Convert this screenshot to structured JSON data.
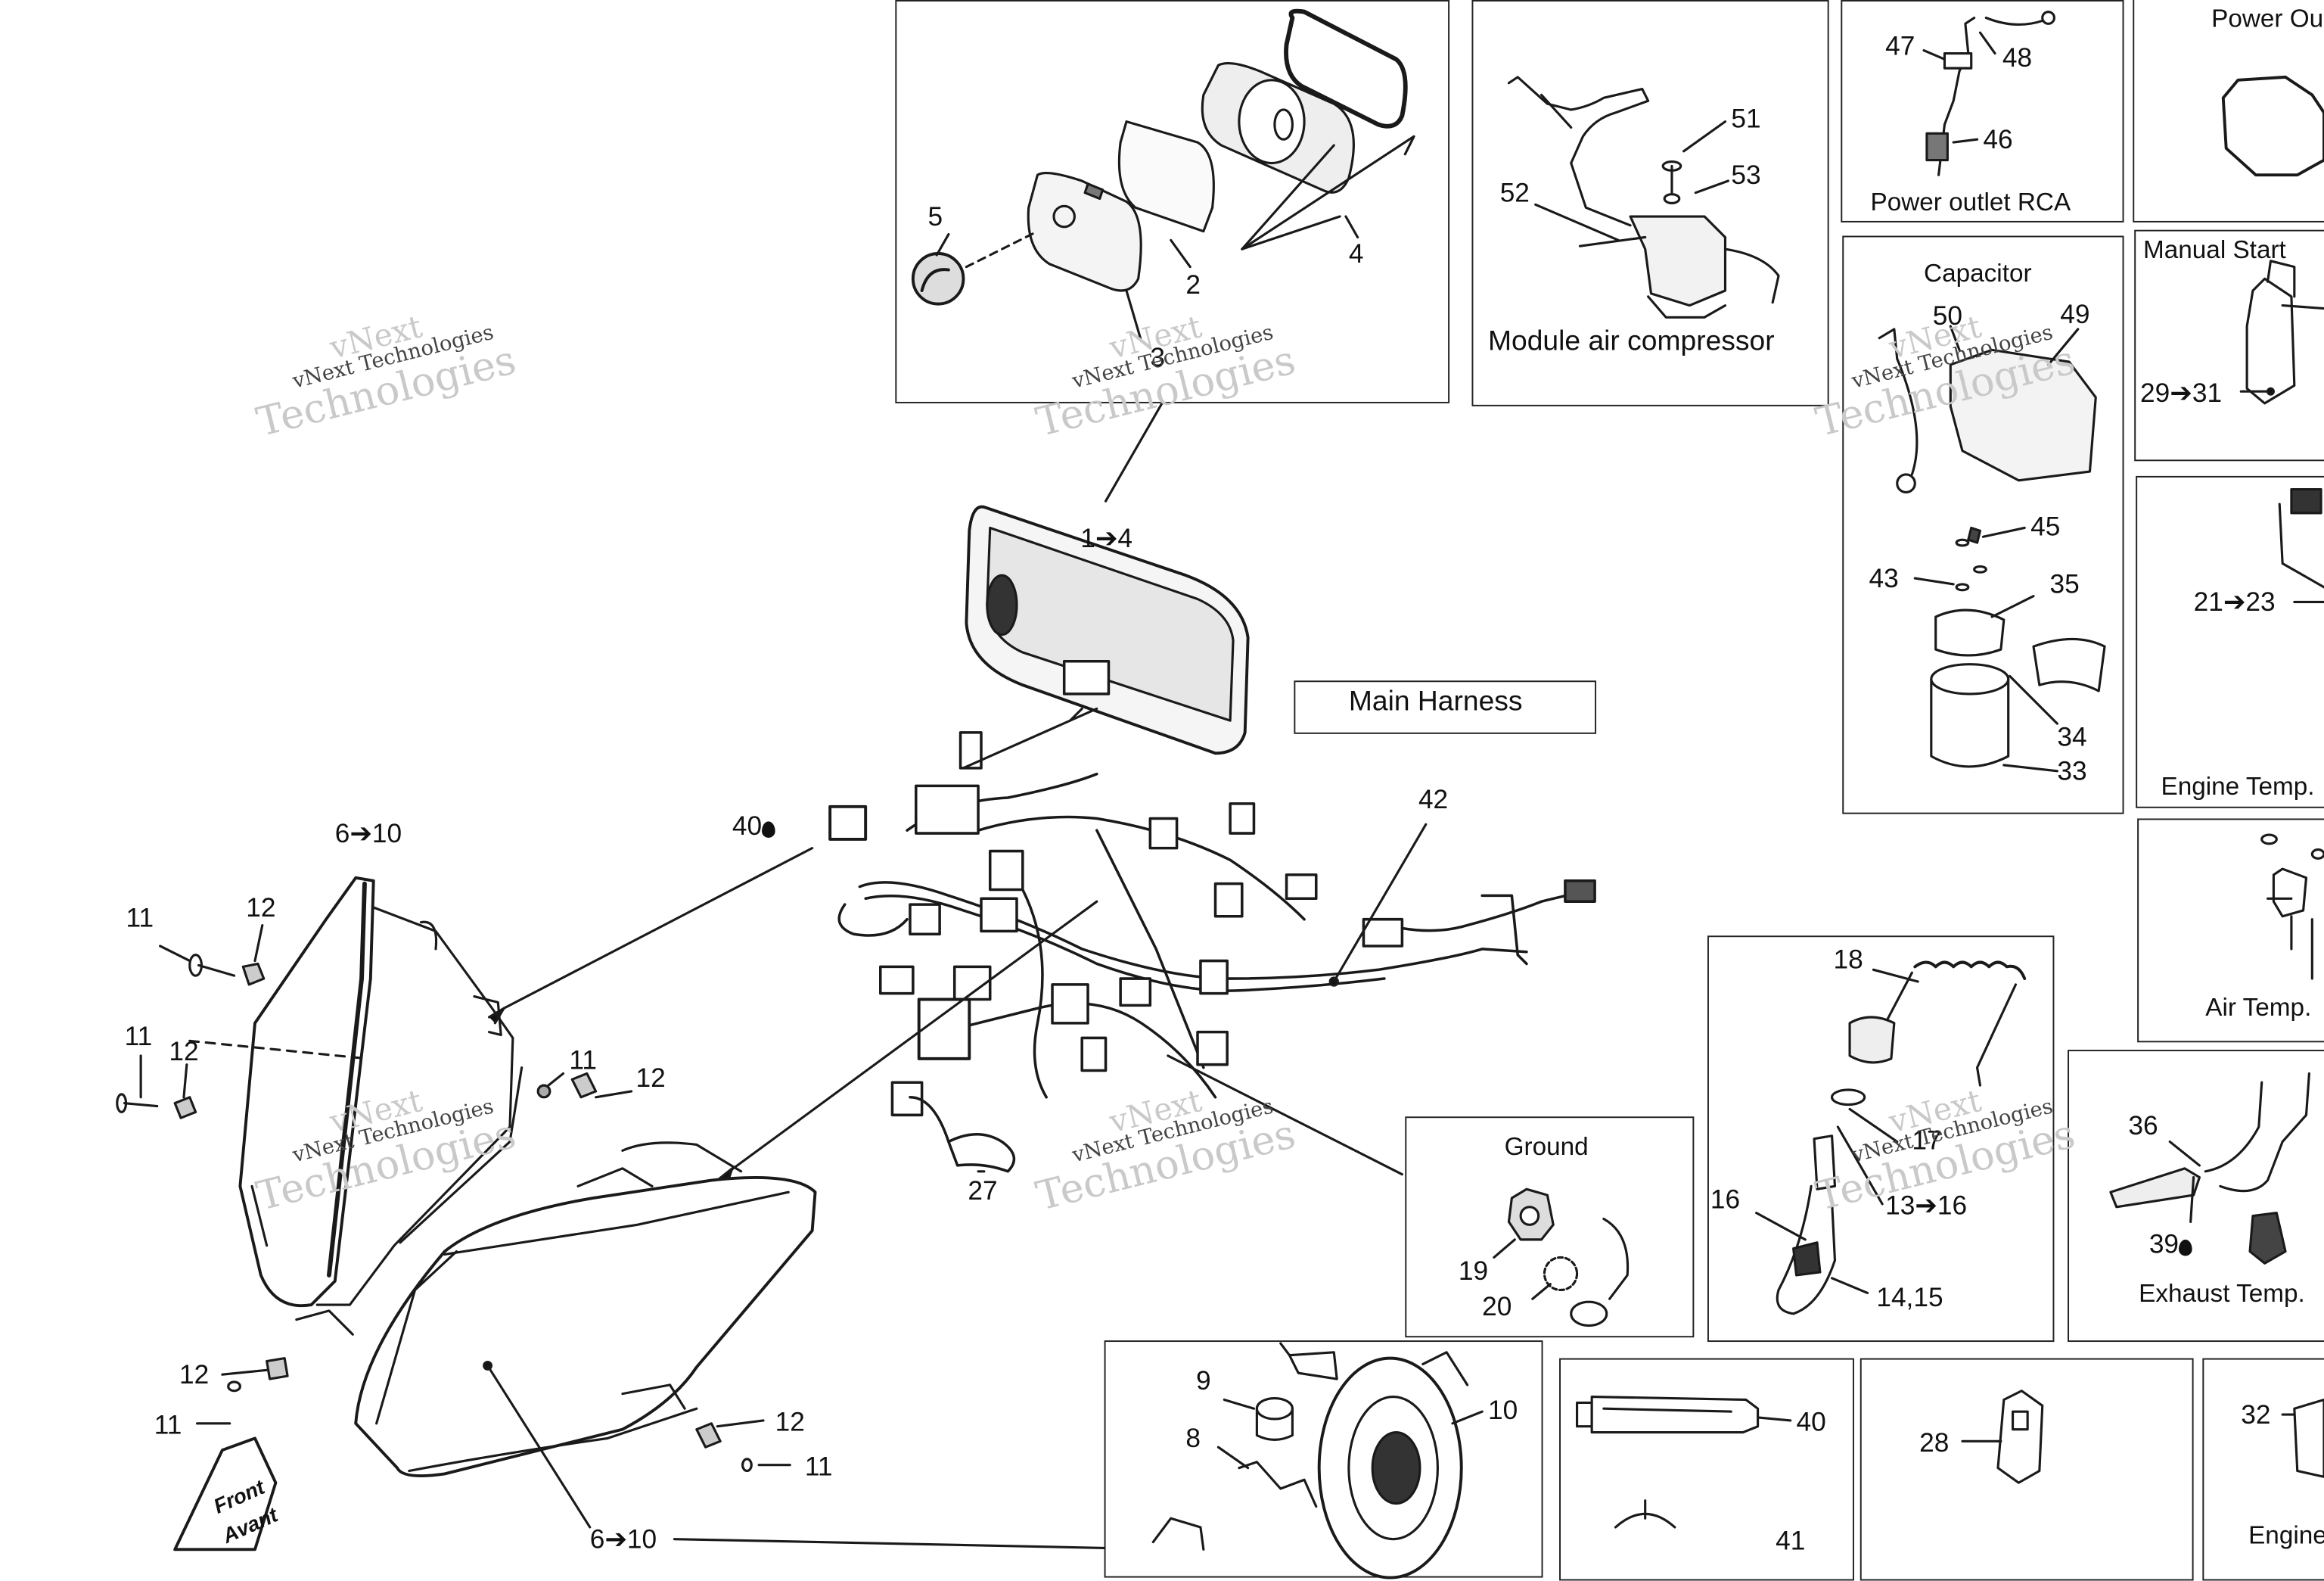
{
  "diagram": {
    "panels": {
      "module_air_compressor": "Module air compressor",
      "power_outlet_rca": "Power outlet RCA",
      "power_outlet": "Power Ou",
      "capacitor": "Capacitor",
      "manual_start": "Manual Start",
      "engine_temp": "Engine Temp.",
      "air_temp": "Air Temp.",
      "ground": "Ground",
      "exhaust_temp": "Exhaust Temp.",
      "engine_bottom": "Engine"
    },
    "main_harness": "Main Harness",
    "front_label": [
      "Front",
      "Avant"
    ],
    "watermark": {
      "brand": "vNext",
      "line": "vNext Technologies",
      "big": "Technologies"
    },
    "callouts": {
      "c1to4": "1➔4",
      "c2": "2",
      "c3": "3",
      "c4": "4",
      "c5": "5",
      "c6to10_top": "6➔10",
      "c6to10_bottom": "6➔10",
      "c8": "8",
      "c9": "9",
      "c10": "10",
      "c11_a": "11",
      "c11_b": "11",
      "c11_c": "11",
      "c11_d": "11",
      "c11_e": "11",
      "c12_a": "12",
      "c12_b": "12",
      "c12_c": "12",
      "c12_d": "12",
      "c12_e": "12",
      "c13to16": "13➔16",
      "c14_15": "14,15",
      "c16": "16",
      "c17": "17",
      "c18": "18",
      "c19": "19",
      "c20": "20",
      "c21to23": "21➔23",
      "c27": "27",
      "c28": "28",
      "c29to31": "29➔31",
      "c32": "32",
      "c33": "33",
      "c34": "34",
      "c35": "35",
      "c36": "36",
      "c39": "39",
      "c40_harness": "40",
      "c40_tube": "40",
      "c41": "41",
      "c42": "42",
      "c43": "43",
      "c45": "45",
      "c46": "46",
      "c47": "47",
      "c48": "48",
      "c49": "49",
      "c50": "50",
      "c51": "51",
      "c52": "52",
      "c53": "53"
    }
  }
}
